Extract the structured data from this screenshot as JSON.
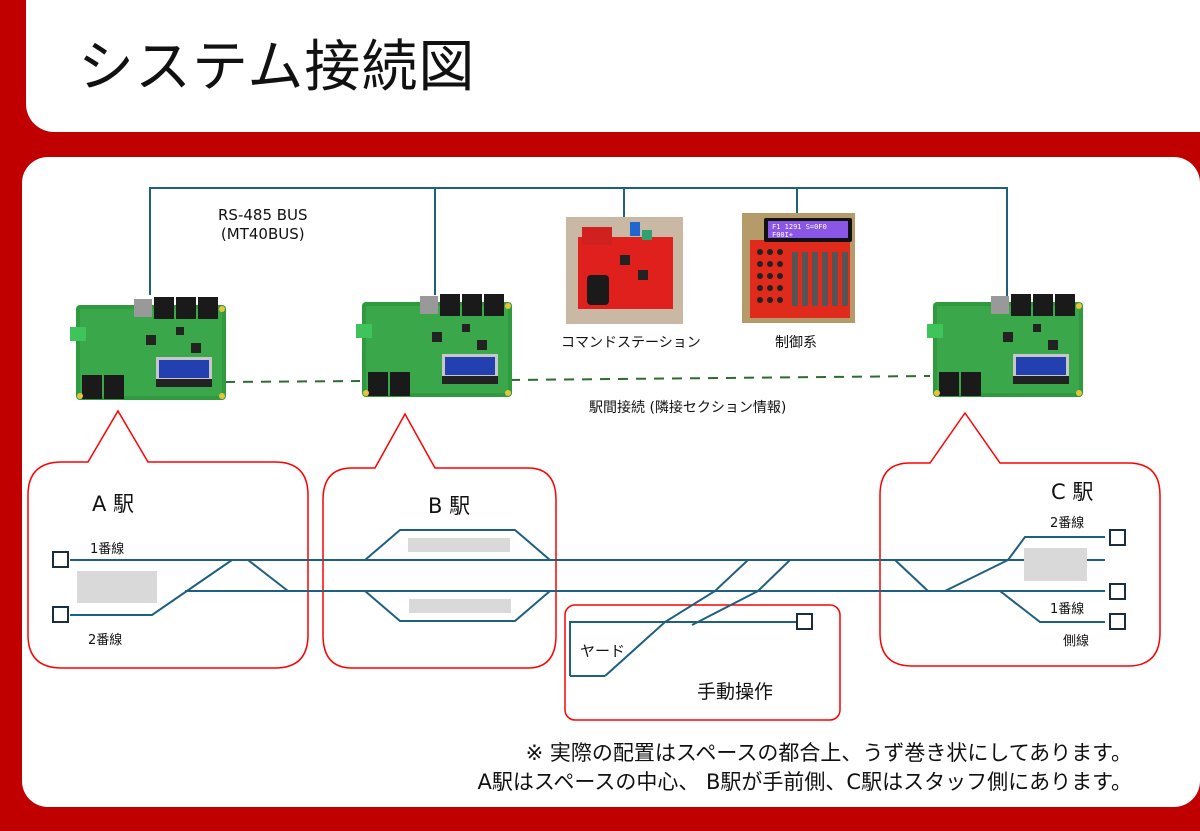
{
  "title": "システム接続図",
  "bus": {
    "line1": "RS-485 BUS",
    "line2": "(MT40BUS)"
  },
  "devices": {
    "command_station": "コマンドステーション",
    "control": "制御系",
    "lcd_text_line1": "F1 1291 S=0F0",
    "lcd_text_line2": "F00I+"
  },
  "inter_station_link": "駅間接続 (隣接セクション情報)",
  "stations": {
    "a": {
      "name": "A 駅",
      "track1": "1番線",
      "track2": "2番線"
    },
    "b": {
      "name": "B 駅"
    },
    "c": {
      "name": "C 駅",
      "track2": "2番線",
      "track1": "1番線",
      "siding": "側線"
    }
  },
  "yard": {
    "label": "ヤード",
    "manual": "手動操作"
  },
  "notes": {
    "line1": "※ 実際の配置はスペースの都合上、うず巻き状にしてあります。",
    "line2": "A駅はスペースの中心、 B駅が手前側、C駅はスタッフ側にあります。"
  },
  "colors": {
    "frame_red": "#c00000",
    "callout_red": "#ff0000",
    "track_blue": "#1f5f80",
    "dash_green": "#2e6b2e",
    "platform_gray": "#d9d9d9"
  }
}
